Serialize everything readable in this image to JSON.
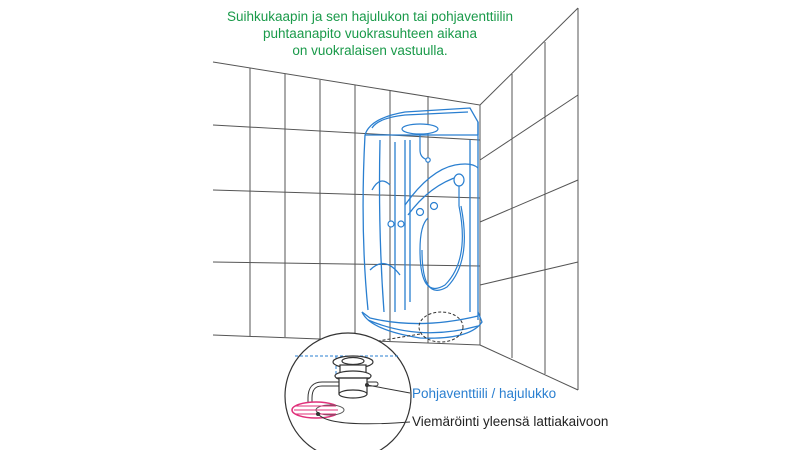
{
  "caption": {
    "lines": [
      "Suihkukaapin ja sen hajulukon tai pohjaventtiilin",
      "puhtaanapito vuokrasuhteen aikana",
      "on vuokralaisen vastuulla."
    ]
  },
  "callouts": {
    "valve": "Pohjaventtiili / hajulukko",
    "drain": "Viemäröinti yleensä lattiakaivoon"
  },
  "colors": {
    "caption": "#1a9a4a",
    "cabin": "#2a7fd0",
    "tiles": "#555555",
    "drain_accent": "#e0307a",
    "callout_valve": "#2a7fd0",
    "callout_drain": "#222222"
  },
  "icons": [
    "shower-cabin-illustration",
    "rain-shower-head-icon",
    "hand-shower-icon",
    "bottom-valve-icon",
    "floor-drain-icon"
  ]
}
